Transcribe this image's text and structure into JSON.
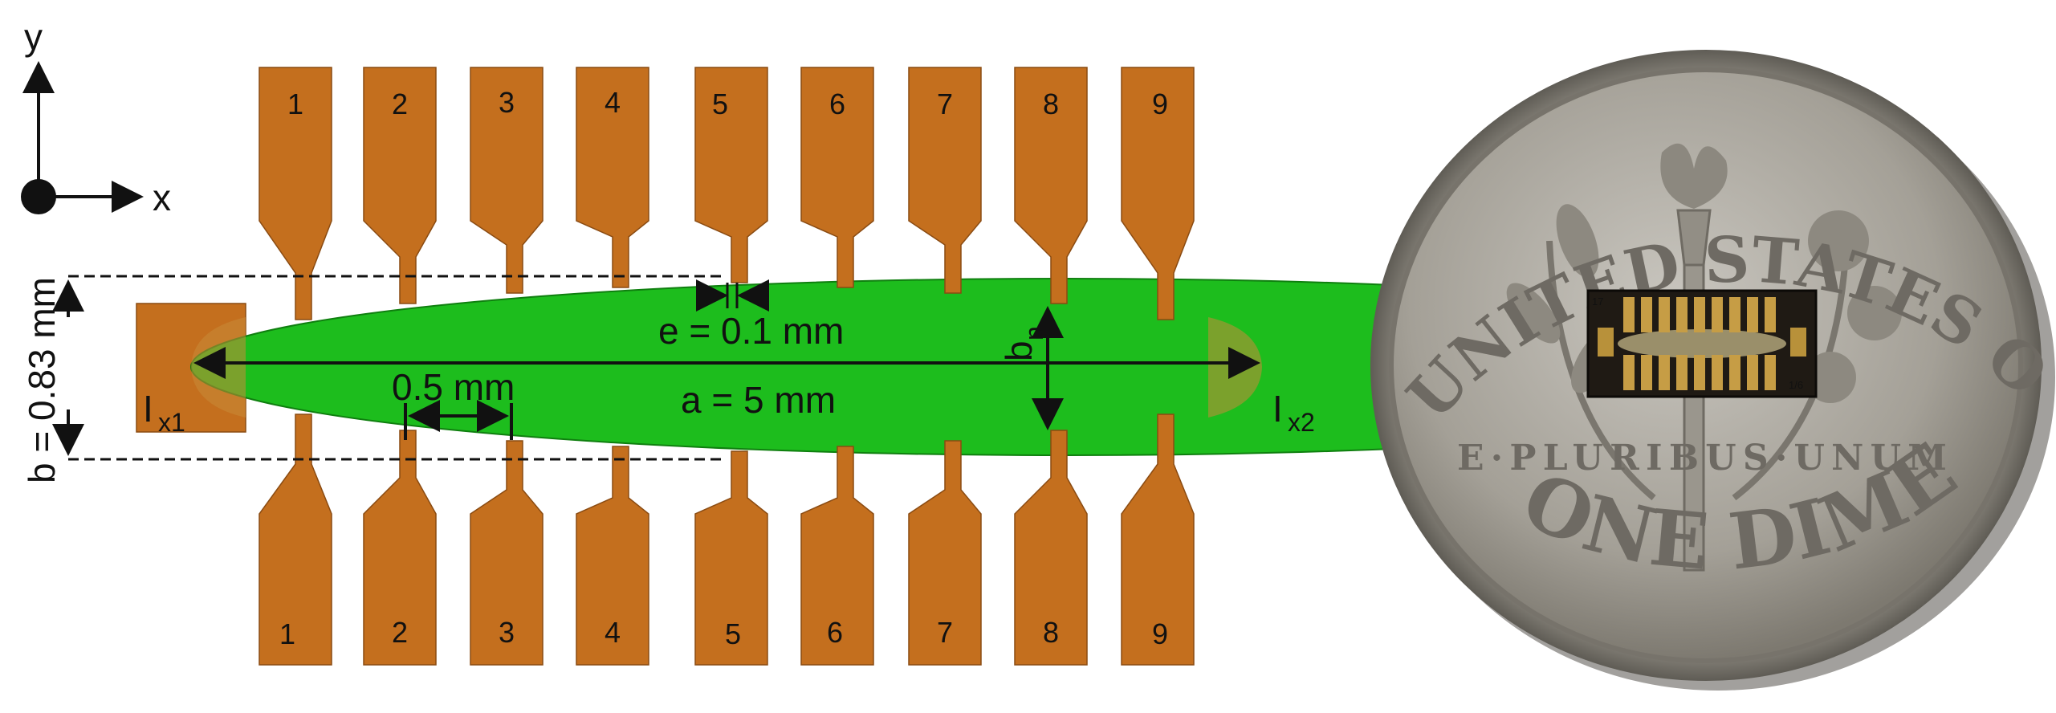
{
  "axes": {
    "y_label": "y",
    "x_label": "x"
  },
  "pads": {
    "top_numbers": [
      "1",
      "2",
      "3",
      "4",
      "5",
      "6",
      "7",
      "8",
      "9"
    ],
    "bottom_numbers": [
      "1",
      "2",
      "3",
      "4",
      "5",
      "6",
      "7",
      "8",
      "9"
    ]
  },
  "currents": {
    "left_main": "I",
    "left_sub": "x1",
    "right_main": "I",
    "right_sub": "x2"
  },
  "dimensions": {
    "e": "e = 0.1 mm",
    "pitch": "0.5 mm",
    "a": "a = 5 mm",
    "b": "b = 0.83 mm",
    "bn_main": "b",
    "bn_sub": "n"
  },
  "coin": {
    "top_text": "UNITED STATES OF AMERICA",
    "motto": "E·PLURIBUS·UNUM",
    "bottom_text": "ONE DIME",
    "chip_label_left": "17",
    "chip_label_right": "1/6"
  },
  "colors": {
    "pad": "#c46f1e",
    "ellipse": "#1dbd1d",
    "coin": "#a9a59c",
    "chip": "#1f1a14"
  }
}
